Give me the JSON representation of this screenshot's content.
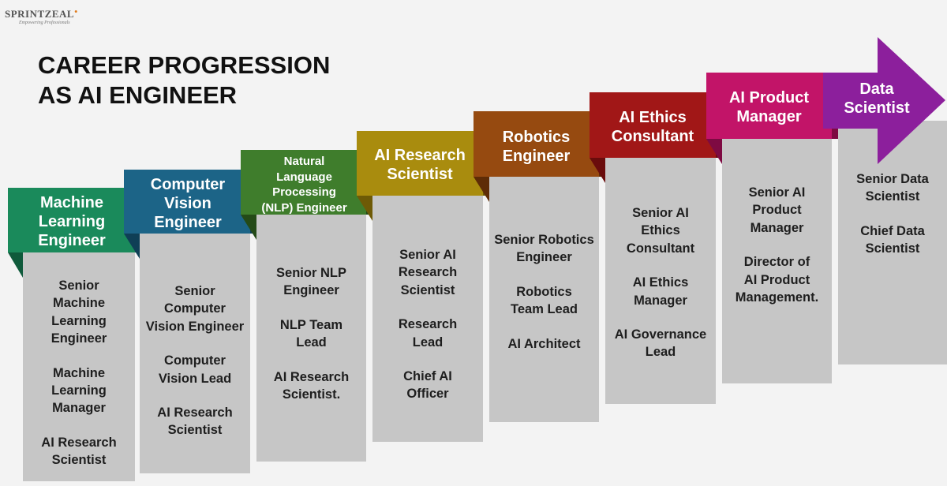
{
  "brand": {
    "name": "SPRINTZEAL",
    "tagline": "Empowering Professionals"
  },
  "title": {
    "line1": "CAREER PROGRESSION",
    "line2": "AS AI ENGINEER"
  },
  "colors": {
    "background": "#f3f3f3",
    "card": "#c6c6c6",
    "steps": [
      "#1a8a5b",
      "#1c6487",
      "#3f7d2c",
      "#a98c0e",
      "#964a10",
      "#a11717",
      "#c21468",
      "#8c1f9c"
    ]
  },
  "steps": [
    {
      "label": "Machine\nLearning\nEngineer",
      "roles": [
        "Senior\nMachine\nLearning\nEngineer",
        "Machine\nLearning\nManager",
        "AI Research\nScientist"
      ]
    },
    {
      "label": "Computer\nVision\nEngineer",
      "roles": [
        "Senior\nComputer\nVision Engineer",
        "Computer\nVision Lead",
        "AI Research\nScientist"
      ]
    },
    {
      "label": "Natural\nLanguage\nProcessing\n(NLP) Engineer",
      "roles": [
        "Senior NLP\nEngineer",
        "NLP Team\nLead",
        "AI Research\nScientist."
      ]
    },
    {
      "label": "AI Research\nScientist",
      "roles": [
        "Senior AI\nResearch\nScientist",
        "Research\nLead",
        "Chief AI\nOfficer"
      ]
    },
    {
      "label": "Robotics\nEngineer",
      "roles": [
        "Senior Robotics\nEngineer",
        "Robotics\nTeam Lead",
        "AI Architect"
      ]
    },
    {
      "label": "AI Ethics\nConsultant",
      "roles": [
        "Senior AI\nEthics\nConsultant",
        "AI Ethics\nManager",
        "AI Governance\nLead"
      ]
    },
    {
      "label": "AI Product\nManager",
      "roles": [
        "Senior AI\nProduct\nManager",
        "Director of\nAI Product\nManagement."
      ]
    },
    {
      "label": "Data\nScientist",
      "roles": [
        "Senior Data\nScientist",
        "Chief Data\nScientist"
      ]
    }
  ]
}
